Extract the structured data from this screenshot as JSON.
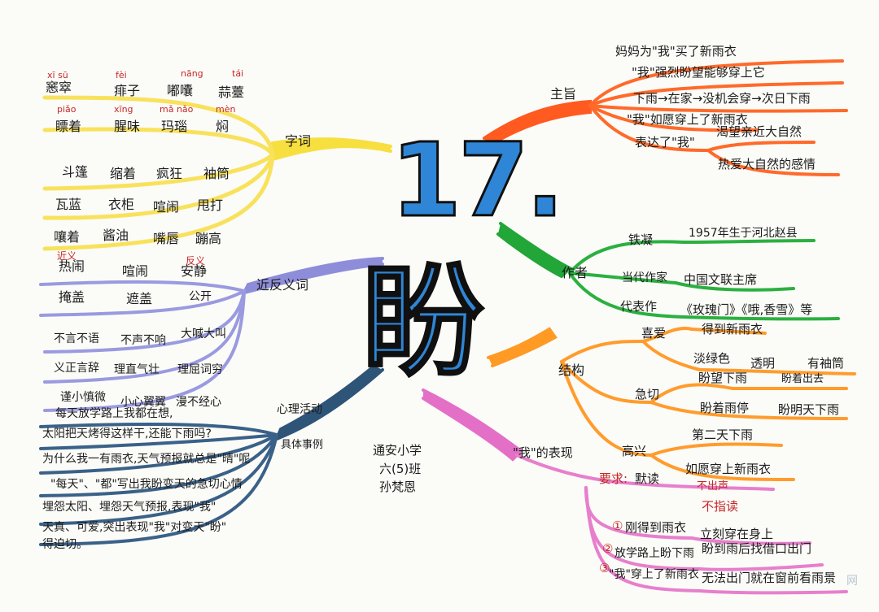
{
  "center": {
    "number": "17.",
    "char": "盼"
  },
  "signature": {
    "school": "通安小学",
    "class": "六(5)班",
    "name": "孙梵恩"
  },
  "watermark": "网",
  "zici": {
    "label": "字词",
    "pinyin_rows": [
      [
        "xī sū",
        "fèi",
        "nāng",
        "tái"
      ],
      [
        "piǎo",
        "xīng",
        "mǎ nǎo",
        "mèn"
      ]
    ],
    "rows": [
      [
        "窸窣",
        "痱子",
        "嘟囔",
        "蒜薹"
      ],
      [
        "瞟着",
        "腥味",
        "玛瑙",
        "焖"
      ],
      [
        "斗篷",
        "缩着",
        "疯狂",
        "袖筒"
      ],
      [
        "瓦蓝",
        "衣柜",
        "喧闹",
        "甩打"
      ],
      [
        "嚷着",
        "酱油",
        "嘴唇",
        "蹦高"
      ]
    ]
  },
  "jinfanyi": {
    "label": "近反义词",
    "tag_jin": "近义",
    "tag_fan": "反义",
    "items": [
      "热闹",
      "喧闹",
      "安静",
      "掩盖",
      "遮盖",
      "公开",
      "不言不语",
      "不声不响",
      "大喊大叫",
      "义正言辞",
      "理直气壮",
      "理屈词穷",
      "谨小慎微",
      "小心翼翼",
      "漫不经心"
    ]
  },
  "xinli": {
    "label": "心理活动",
    "sub_label": "具体事例",
    "items": [
      "每天放学路上我都在想,",
      "太阳把天烤得这样干,还能下雨吗?",
      "为什么我一有雨衣,天气预报就总是\"晴\"呢",
      "\"每天\"、\"都\"写出我盼变天的急切心情",
      "埋怨太阳、埋怨天气预报,表现\"我\"",
      "天真、可爱,突出表现\"我\"对变天\"盼\"",
      "得迫切。"
    ]
  },
  "zhuzhi": {
    "label": "主旨",
    "items": [
      "妈妈为\"我\"买了新雨衣",
      "\"我\"强烈盼望能够穿上它",
      "下雨→在家→没机会穿→次日下雨",
      "\"我\"如愿穿上了新雨衣",
      "表达了\"我\"",
      "渴望亲近大自然",
      "热爱大自然的感情"
    ]
  },
  "zuozhe": {
    "label": "作者",
    "name": "铁凝",
    "info": "1957年生于河北赵县",
    "title_label": "当代作家",
    "title_value": "中国文联主席",
    "works_label": "代表作",
    "works_value": "《玫瑰门》《哦,香雪》等"
  },
  "jiegou": {
    "label": "结构",
    "b1": "喜爱",
    "b1_items": [
      "得到新雨衣",
      "淡绿色",
      "透明",
      "有袖筒"
    ],
    "b2": "急切",
    "b2_items": [
      "盼望下雨",
      "盼着出去",
      "盼着雨停",
      "盼明天下雨"
    ],
    "b3": "高兴",
    "b3_items": [
      "第二天下雨",
      "如愿穿上新雨衣"
    ]
  },
  "biaoxian": {
    "label": "\"我\"的表现",
    "req_label": "要求:",
    "req_value": "默读",
    "req_items": [
      "不出声",
      "不指读"
    ],
    "events": [
      {
        "num": "①",
        "text": "刚得到雨衣",
        "result": "立刻穿在身上"
      },
      {
        "num": "②",
        "text": "放学路上盼下雨",
        "result": "盼到雨后找借口出门"
      },
      {
        "num": "③",
        "text": "\"我\"穿上了新雨衣",
        "result": "无法出门就在窗前看雨景"
      }
    ]
  },
  "colors": {
    "yellow": "#f7df3f",
    "blue": "#8d8dd9",
    "navy": "#2e5477",
    "orange_red": "#ff5a1f",
    "green": "#22a638",
    "orange": "#ff9a24",
    "pink": "#e46fc7",
    "center_blue": "#2f86d6"
  }
}
